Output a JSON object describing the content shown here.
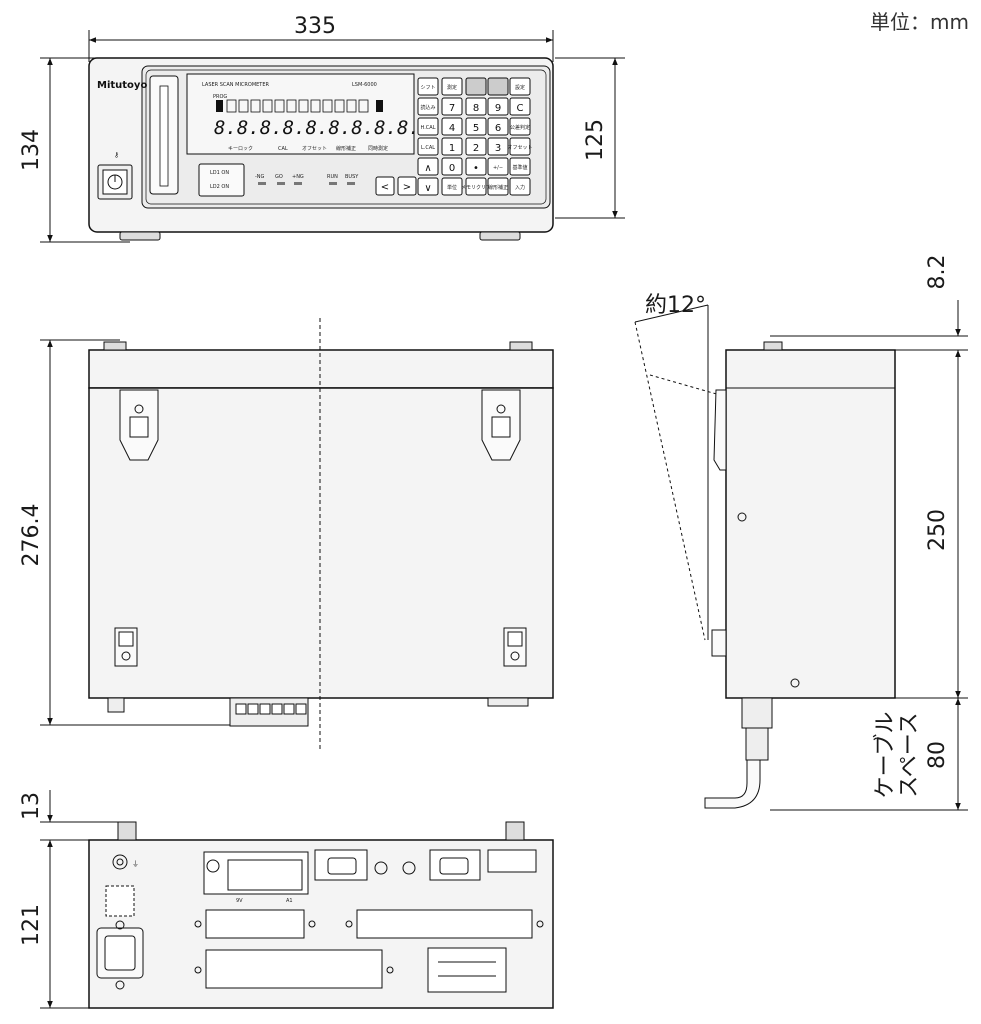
{
  "unit_label": "単位：mm",
  "dims": {
    "front_width": "335",
    "front_height": "134",
    "front_body_height": "125",
    "top_depth": "276.4",
    "side_foot": "8.2",
    "side_angle": "約12°",
    "side_depth": "250",
    "cable_space": "80",
    "cable_label_1": "ケーブル",
    "cable_label_2": "スペース",
    "rear_top": "13",
    "rear_height": "121"
  },
  "front_panel": {
    "brand": "Mitutoyo",
    "title": "LASER SCAN MICROMETER",
    "model": "LSM-6000",
    "prog": "PROG",
    "digits": "8.8.8.8.8.8.8.8.8.8.8.",
    "led_labels": [
      "キーロック",
      "CAL",
      "オフセット",
      "線形補正",
      "同時測定"
    ],
    "ld1": "LD1 ON",
    "ld2": "LD2 ON",
    "indicators": [
      "-NG",
      "GO",
      "+NG",
      "RUN",
      "BUSY"
    ],
    "keys": [
      [
        "シフト",
        "測定",
        "",
        "",
        "設定"
      ],
      [
        "読込み",
        "7",
        "8",
        "9",
        "C"
      ],
      [
        "H.CAL",
        "4",
        "5",
        "6",
        "公差判定"
      ],
      [
        "L.CAL",
        "1",
        "2",
        "3",
        "オフセット"
      ],
      [
        "",
        "0",
        "•",
        "+/−",
        "基準値"
      ],
      [
        "",
        "単位",
        "メモリクリア",
        "線形補正",
        "入力"
      ]
    ],
    "arrows": [
      "<",
      ">",
      "∨",
      "∧"
    ]
  },
  "rear_panel": {
    "v_label": "9V",
    "a_label": "A1"
  }
}
